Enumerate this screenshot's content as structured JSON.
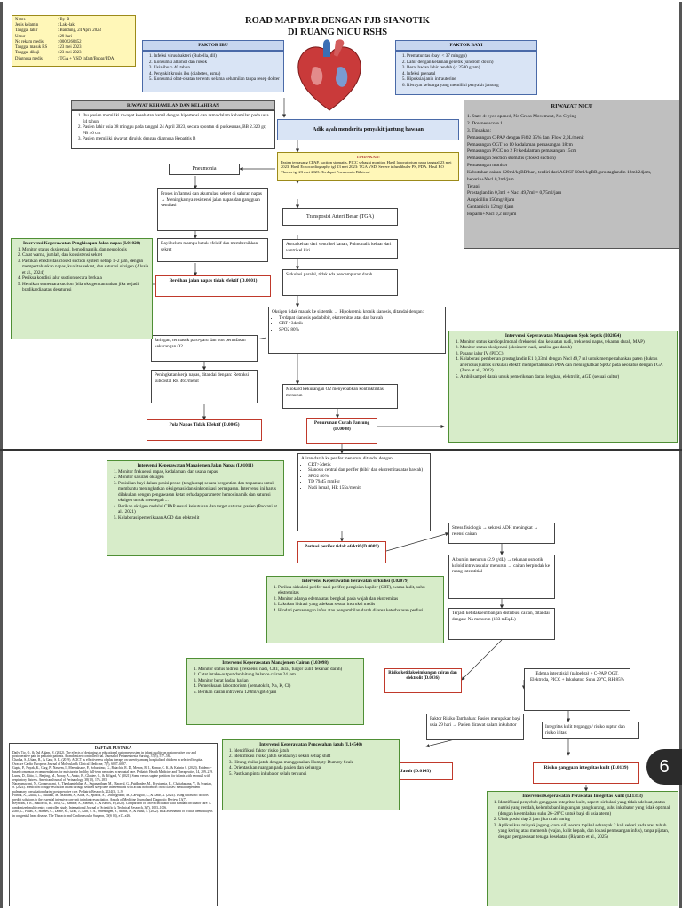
{
  "title": "ROAD MAP BY.R DENGAN PJB SIANOTIK",
  "subtitle": "DI RUANG NICU RSHS",
  "patient": [
    [
      "Nama",
      ": By. R"
    ],
    [
      "Jenis kelamin",
      ": Laki-laki"
    ],
    [
      "Tanggal lahir",
      ": Bandung, 24 April 2023"
    ],
    [
      "Umur",
      ": 29 hari"
    ],
    [
      "No rekam medis",
      ": 0002260452"
    ],
    [
      "Tanggal masuk RS",
      ": 23 mei 2023"
    ],
    [
      "Tanggal dikaji",
      ": 23 mei 2023"
    ],
    [
      "Diagnosa medis",
      ": TGA + VSD Infant/Bubar/PDA"
    ]
  ],
  "faktor_ibu": {
    "title": "FAKTOR IBU",
    "items": [
      "Infeksi virus/bakteri (Rubella, dll)",
      "Konsumsi alkohol dan rokok",
      "Usia ibu > 40 tahun",
      "Penyakit kronis ibu (diabetes, asma)",
      "Konsumsi obat-obatan tertentu selama kehamilan tanpa resep dokter"
    ]
  },
  "faktor_bayi": {
    "title": "FAKTOR BAYI",
    "items": [
      "Prematuritas (bayi < 37 minggu)",
      "Lahir dengan kelainan genetik (sindrom down)",
      "Berat badan lahir rendah (< 2500 gram)",
      "Infeksi prenatal",
      "Hipoksia janin intrauterine",
      "Riwayat keluarga yang memiliki penyakit jantung"
    ]
  },
  "riwayat_kehamilan": {
    "title": "RIWAYAT KEHAMILAN DAN KELAHIRAN",
    "items": [
      "Ibu pasien memiliki riwayat kesehatan hamil dengan hipertensi dan asma dalam kehamilan pada usia 34 tahun",
      "Pasien lahir usia 38 minggu pada tanggal 24 April 2023, secara spontan di puskesmas, BB 2.320 gr, PB 46 cm",
      "Pasien memiliki riwayat dirujuk dengan diagnosa Hepatitis B"
    ]
  },
  "adik_ayah": "Adik ayah menderita penyakit jantung bawaan",
  "tindakan": {
    "title": "TINDAKAN:",
    "text": "Pasien terpasang CPAP, suction stomatis, PICC sebagai monitor. Hasil laboratorium pada tanggal 23 mei 2023. Hasil Echocardiography tgl 23 mei 2023: TGA VSD, Severe infundibuler PS, PDA. Hasil RO Thorax tgl 23 mei 2023: Terdapat Pneumonia Bilateral"
  },
  "riwayat_nicu": {
    "title": "RIWAYAT NICU",
    "lines": [
      "1. State 4: eyes opened, No Gross Movement, No Crying",
      "2. Downes score 1",
      "3. Tindakan:",
      "Pemasangan C-PAP dengan FiO2 35% dan iFlow 2,0L/menit",
      "Pemasangan OGT no 10 kedalaman pemasangan 18cm",
      "Pemasangan PICC no 2 Fr kedalaman pemasangan 15cm",
      "Pemasangan Suction stomatis (closed suction)",
      "Pemasangan monitor",
      "Kebutuhan cairan 120ml/kgBB/hari, terdiri dari ASI/SF 60ml/kgBB, prostaglandin 18ml/24jam, heparin+Nacl 0,2ml/jam",
      "Terapi:",
      "Prostaglandin 0,3ml + Nacl 49,7ml = 0,75ml/jam",
      "Ampicillin 150mg/ 8jam",
      "Gentamicin 12mg/ 4jam",
      "Heparin+Nacl 0,2 ml/jam"
    ]
  },
  "flow": {
    "pneumonia": "Pneumonia",
    "proses_inflamasi": "Proses inflamasi dan akumulasi sekret di saluran napas → Meningkatnya resistensi jalan napas dan gangguan ventilasi",
    "bayi_belum": "Bayi belum mampu batuk efektif dan membersihkan sekret",
    "bersihan": "Bersihan jalan napas tidak efektif (D.0001)",
    "transposisi": "Transposisi Arteri Besar (TGA)",
    "aorta": "Aorta keluar dari ventrikel kanan, Pulmonalis keluar dari ventrikel kiri",
    "sirkulasi": "Sirkulasi paralel, tidak ada pencampuran darah",
    "oksigen": "Oksigen tidak masuk ke sistemik → Hipoksemia kronik sianosis, ditandai dengan:",
    "oksigen_items": [
      "Terdapat sianosis pada bibir, ekstremitas atas dan bawah",
      "CRT >3detik",
      "SPO2 80%"
    ],
    "jaringan": "Jaringan, termasuk paru-paru dan otot pernafasan kekurangan O2",
    "peningkatan": "Peningkatan kerja napas, ditandai dengan: Retraksi subcostal RR 46x/menit",
    "pola_napas": "Pola Napas Tidak Efektif (D.0005)",
    "miokard": "Miokard kekurangan O2 menyebabkan kontraktilitas menurun",
    "penurunan": "Penurunan Curah Jantung (D.0008)",
    "aliran": "Aliran darah ke perifer menurun, ditandai dengan:",
    "aliran_items": [
      "CRT>3detik",
      "Sianosis central dan perifer (bibir dan ekstremitas atas bawah)",
      "SPO2 80%",
      "TD 79/45 mmHg",
      "Nadi lemah, HR 155x/menit"
    ],
    "perfusi": "Perfusi perifer tidak efektif (D.0009)",
    "stress": "Stress fisiologis → sekresi ADH meningkat → retensi cairan",
    "albumin": "Albumin menurun (2.9 g/dL) → tekanan osmotik koloid intravaskular menurun → cairan berpindah ke ruang interstitial",
    "terjadi": "Terjadi ketidakseimbangan distribusi cairan, ditandai dengan: Na menurun (133 mEq/L)",
    "risiko_cairan": "Risiko ketidakseimbangan cairan dan elektrolit (D.0036)",
    "edema": "Edema interstisial (palpebra) + C-PAP, OGT, Elektroda, PICC + Inkubator: Suhu 29°C, RH 85%",
    "faktor_risiko": "Faktor Risiko Tambahan: Pasien merupakan bayi usia 29 hari → Pasien dirawat dalam inkubator",
    "integritas": "Integritas kulit terganggu/ risiko ruptur dan risiko iritasi",
    "risiko_jatuh": "Risiko Jatuh (D.0143)",
    "risiko_integritas": "Risiko gangguan integritas kulit (D.0139)"
  },
  "int_jalan_napas": {
    "title": "Intervensi Keperawatan Penghisapan Jalan napas (I.01020)",
    "items": [
      "Monitor status oksigenasi, hemodinamik, dan neurologis",
      "Catat warna, jumlah, dan konsistensi sekret",
      "Pastikan efektivitas closed suction system setiap 1–2 jam, dengan mempertahankan napas, kualitas sekret, dan saturasi oksigen (Alsaia et al., 2024)",
      "Periksa kondisi jalur suction secara berkala",
      "Hentikan sementara suction (bila oksigen tambahan jika terjadi bradikardia atau desaturasi"
    ]
  },
  "int_syok": {
    "title": "Intervensi Keperawatan Manajemen Syok Septik (I.02054)",
    "items": [
      "Monitor status kardiopulmonal (frekuensi dan kekuatan nadi, frekuensi napas, tekanan darah, MAP)",
      "Monitor status oksigenasi (oksimetri nadi, analisa gas darah)",
      "Pasang jalur IV (PICC)",
      "Kolaborasi pemberian prostaglandin E1 0,33ml dengan Nacl 49,7 ml untuk mempertahankan paten (duktus arteriosus) untuk sirkulasi efektif mempertahankan PDA dan meningkatkan SpO2 pada neonatus dengan TGA (Zaro et al., 2022)",
      "Ambil sampel darah untuk pemeriksaan darah lengkap, elektrolit, AGD (sesuai kultur)"
    ]
  },
  "int_napas": {
    "title": "Intervensi Keperawatan Manajemen Jalan Napas (I.01011)",
    "items": [
      "Monitor frekuensi napas, kedalaman, dan usaha napas",
      "Monitor saturasi oksigen",
      "Posisikan bayi dalam posisi prone (tengkurap) secara bergantian dan terpantau untuk membantu meningkatkan oksigenasi dan sinkronisasi pernapasan. Intervensi ini harus dilakukan dengan pengawasan ketat terhadap parameter hemodinamik dan saturasi oksigen untuk mencegah ...",
      "Berikan oksigen melalui CPAP sesuai kebutuhan dan target saturasi pasien (Poorani et al., 2021)",
      "Kolaborasi pemeriksaan AGD dan elektrolit"
    ]
  },
  "int_sirkulasi": {
    "title": "Intervensi Keperawatan Perawatan sirkulasi (I.02079)",
    "items": [
      "Periksa sirkulasi perifer nadi perifer, pengisian kapiler (CRT), warna kulit, suhu ekstremitas",
      "Monitor adanya edema atau bengkak pada wajah dan ekstremitas",
      "Lakukan hidrasi yang adekuat sesuai instruksi medis",
      "Hindari pemasangan infus atau pengambilan darah di area keterbatasan perfusi"
    ]
  },
  "int_cairan": {
    "title": "Intervensi Keperawatan Manajemen Cairan (I.03098)",
    "items": [
      "Monitor status hidrasi (frekuensi nadi, CRT, akral, turgor kulit, tekanan darah)",
      "Catat intake-output dan hitung balance cairan 24 jam",
      "Monitor berat badan harian",
      "Pemeriksaan laboratorium (hematokrit, Na, K, Cl)",
      "Berikan cairan intravena 120ml/kgBB/jam"
    ]
  },
  "int_jatuh": {
    "title": "Intervensi Keperawatan Pencegahan jatuh (I.14540)",
    "items": [
      "Identifikasi faktor risiko jatuh",
      "Identifikasi risiko jatuh setidaknya sekali setiap shift",
      "Hitung risiko jatuh dengan menggunakan Humpty Dumpty Scale",
      "Orientasikan ruangan pada pasien dan keluarga",
      "Pastikan pintu inkubator selalu terkunci"
    ]
  },
  "int_kulit": {
    "title": "Intervensi Keperawatan Perawatan Integritas Kulit (I.11353)",
    "items": [
      "Identifikasi penyebab gangguan integritas kulit, seperti sirkulasi yang tidak adekuat, status nutrisi yang rendah, kelembaban lingkungan yang kurang, suhu inkubator yang tidak optimal (dengan kelembaban suhu 26–28°C untuk bayi di usia aterm)",
      "Ubah posisi tiap 2 jam jika tirah baring",
      "Aplikasikan minyak jagung (corn oil) secara topikal sebanyak 2 kali sehari pada area tubuh yang kering atau memerah (wajah, kulit kepala, dan lokasi pemasangan infus), tanpa pijatan, dengan pengawasan tenaga kesehatan (Riyanto et al., 2025)"
    ]
  },
  "daftar_pustaka": {
    "title": "DAFTAR PUSTAKA",
    "items": [
      "Daily, Tio, Q., & Dul Ahlam, H. (2022). The effects of designing an educational outcomes system in infant quality on postoperative low and postoperative pain in pediatric patients. A randomized controlled trial. Journal of Perianesthesia Nursing, 37(5), 577–584.",
      "Chadha, S., Uttam, R., & Gaur, S. K. (2019). ACICT as effectiveness of plus therapy on severity among hospitalized children in selected hospital. Ovacare Cardio European Journal of Molecular & Clinical Medicine, 7(7), 6087–6097.",
      "Gupta, P., Nayak, K., Garg, P., Naseem, I., Meenaksade, P., Soburaimo, G., Baiachia, R. D., Menon, B. I., Kumar, C. K., & Kalinin S. (2023). Evidence-based consensus recommendations for moisture in healthy full-term neonates in neonatal care. Pediatric Health Medicine and Therapeutics, 14, 209–219.",
      "Lunse, D., Bitto, S., Benjing, M., Moray, A., Anato, B., Glaniee, G., & Effigard, V. (2021). Some versus supine positions for infants with neonatal with respiratory distress. American Journal of Perinatology, 38(12), 176–183.",
      "Narayanswami, N., Govanswami, S., Thenkamizhilan, A., Saganantham, M., Maraval, G., Paidhanlee, M., Krysiannia, K., Chattabanana, V., & Avanian, S. (2024). Prediction of high-resolution infant through sedated sleep time interventions with actual noncomfort from classes: medial-dependent pulmonary consultation during postoperative care. Pediatric Research, 2024(3), 1–9.",
      "Patrick, A., Gulala, L., Sukhani, M., Mahfam, S., Kalla, A., Spaziol, S., Leitinggruber, M., Carvagilo, L., & Amir, A. (2024). Using ultrasonic doctors predict solutions to the essential intensive care unit in infant resuscitation. Annals of Medicine Journal and Diagnostic Review, 13(7).",
      "Reynolds, P. R., Mallorick, K., Titsu, G., Ramble, A., Mezsen, T., & Basics, P. (2020). Comparison of a novel incubator with standard incubator care: A randomized multi-centre, controlled study. International Journal of Scientific & Technical Research, 3(7), 1003–1006.",
      "Zaro, C., Pallas, S., Hannes, G., Dome, M., Grall, J., Kurt, S. A., Ortenbagen, S., Monis, A., & Bulut, S. (2022). Risk assessment of critical hemodialysis in congenital heart disease. The Thoracic and Cardiovascular Surgeon, 70(S 03), e17–e26."
    ]
  },
  "page_number": "6",
  "colors": {
    "blue_fill": "#d9e4f5",
    "blue_border": "#4a6aa8",
    "green_fill": "#d7ecc9",
    "green_border": "#4f8f35",
    "diagnosis_border": "#c0392b",
    "gray_fill": "#bfbfbf"
  }
}
